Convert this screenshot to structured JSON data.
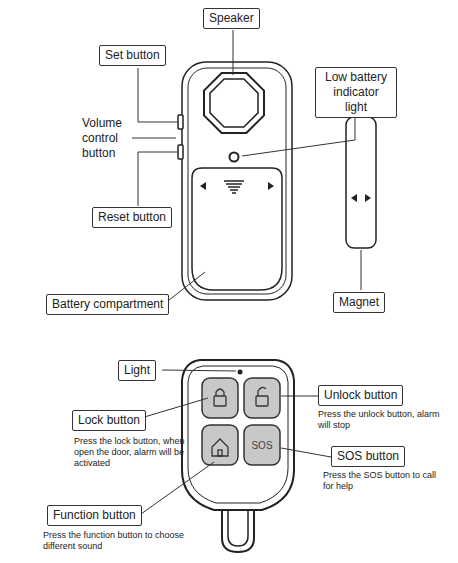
{
  "diagram": {
    "nodes": [
      {
        "text": [
          "Speaker"
        ]
      },
      {
        "text": [
          "Set button"
        ]
      },
      {
        "text": [
          "Low battery indicator light"
        ]
      },
      {
        "text": [
          "Reset button"
        ]
      },
      {
        "text": [
          "Battery compartment"
        ]
      },
      {
        "text": [
          "Magnet"
        ]
      },
      {
        "text": [
          "Light"
        ]
      },
      {
        "text": [
          "Lock button"
        ]
      },
      {
        "text": [
          "Unlock button"
        ]
      },
      {
        "text": [
          "SOS button"
        ]
      },
      {
        "text": [
          "Function button"
        ]
      }
    ],
    "labels": [
      "Volume control button",
      "SOS",
      "Press the lock button, when open the door, alarm will be activated",
      "Press the unlock button, alarm will stop",
      "Press the SOS button to call for help",
      "Press the function button to choose different sound"
    ]
  }
}
